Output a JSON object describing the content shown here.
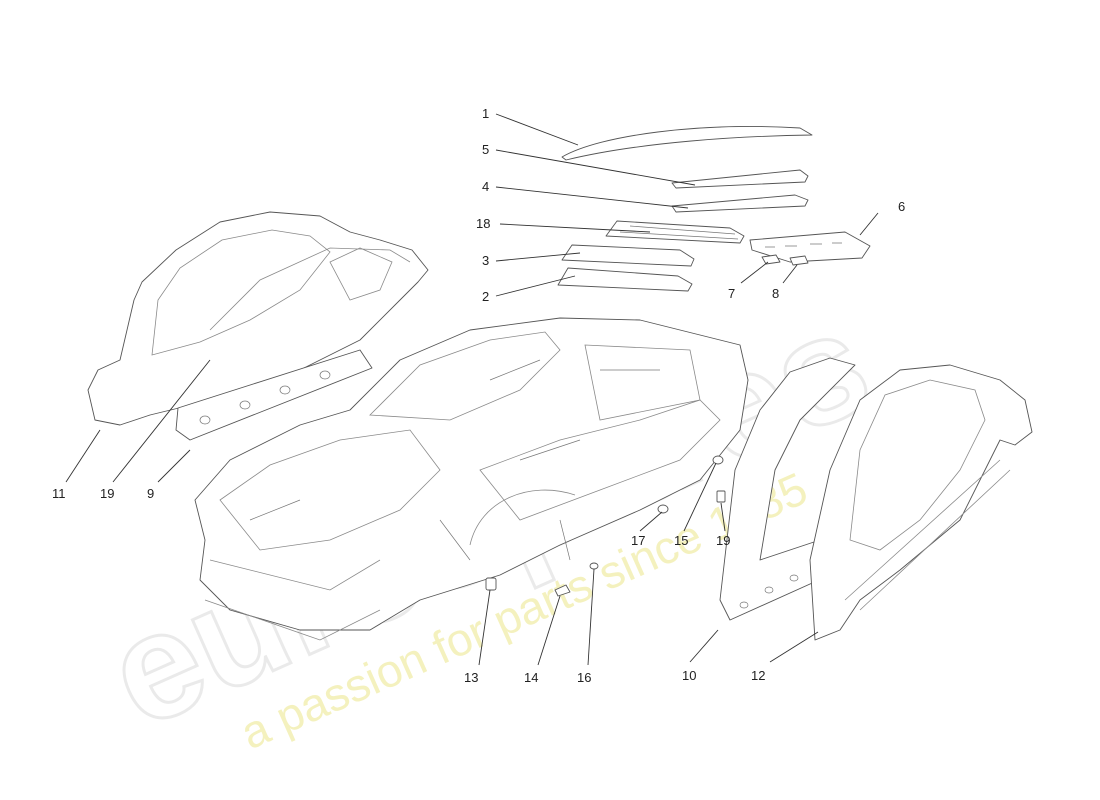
{
  "watermark": {
    "brand": "eurospares",
    "tagline": "a passion for parts since 1985"
  },
  "callouts": [
    {
      "id": "1",
      "label": "1"
    },
    {
      "id": "5",
      "label": "5"
    },
    {
      "id": "4",
      "label": "4"
    },
    {
      "id": "18a",
      "label": "18"
    },
    {
      "id": "3",
      "label": "3"
    },
    {
      "id": "2",
      "label": "2"
    },
    {
      "id": "6",
      "label": "6"
    },
    {
      "id": "7",
      "label": "7"
    },
    {
      "id": "8",
      "label": "8"
    },
    {
      "id": "11",
      "label": "11"
    },
    {
      "id": "19a",
      "label": "19"
    },
    {
      "id": "9",
      "label": "9"
    },
    {
      "id": "17",
      "label": "17"
    },
    {
      "id": "15",
      "label": "15"
    },
    {
      "id": "19b",
      "label": "19"
    },
    {
      "id": "13",
      "label": "13"
    },
    {
      "id": "14",
      "label": "14"
    },
    {
      "id": "16",
      "label": "16"
    },
    {
      "id": "10",
      "label": "10"
    },
    {
      "id": "12",
      "label": "12"
    }
  ]
}
